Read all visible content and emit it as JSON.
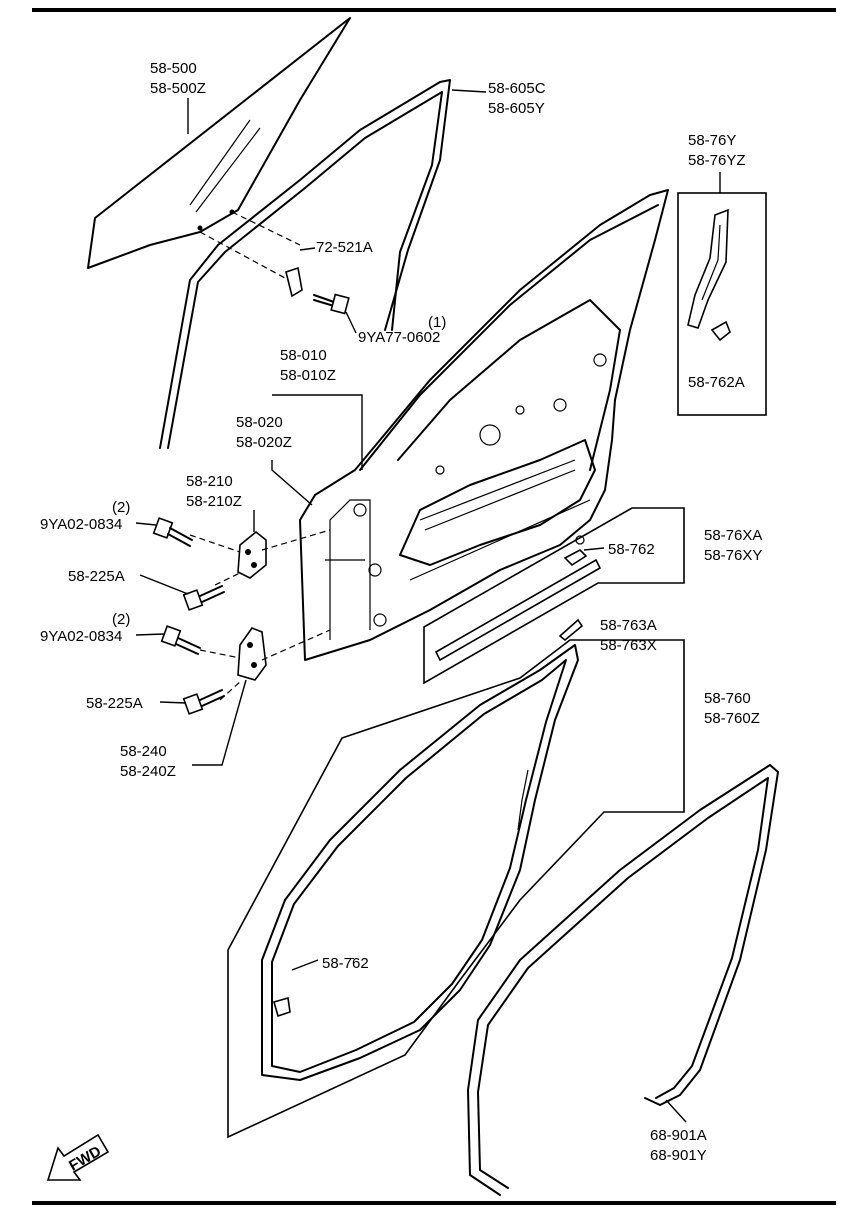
{
  "callouts": {
    "glass": [
      "58-500",
      "58-500Z"
    ],
    "glass_channel": [
      "58-605C",
      "58-605Y"
    ],
    "clip_72": "72-521A",
    "screw_9ya77_qty": "(1)",
    "screw_9ya77": "9YA77-0602",
    "door_shell": [
      "58-010",
      "58-010Z"
    ],
    "door_panel": [
      "58-020",
      "58-020Z"
    ],
    "garnish": [
      "58-76Y",
      "58-76YZ"
    ],
    "garnish_clip": "58-762A",
    "upper_hinge": [
      "58-210",
      "58-210Z"
    ],
    "bolt_upper_qty": "(2)",
    "bolt_upper": "9YA02-0834",
    "bolt_225_upper": "58-225A",
    "lower_bolt_qty": "(2)",
    "lower_bolt": "9YA02-0834",
    "bolt_225_lower": "58-225A",
    "lower_hinge": [
      "58-240",
      "58-240Z"
    ],
    "sill_molding": [
      "58-76XA",
      "58-76XY"
    ],
    "sill_clip": "58-762",
    "molding_clip": [
      "58-763A",
      "58-763X"
    ],
    "weatherstrip": [
      "58-760",
      "58-760Z"
    ],
    "weatherstrip_clip": "58-7̄62",
    "opening_trim": [
      "68-901A",
      "68-901Y"
    ],
    "fwd": "FWD"
  },
  "colors": {
    "ink": "#000000",
    "paper": "#ffffff"
  }
}
